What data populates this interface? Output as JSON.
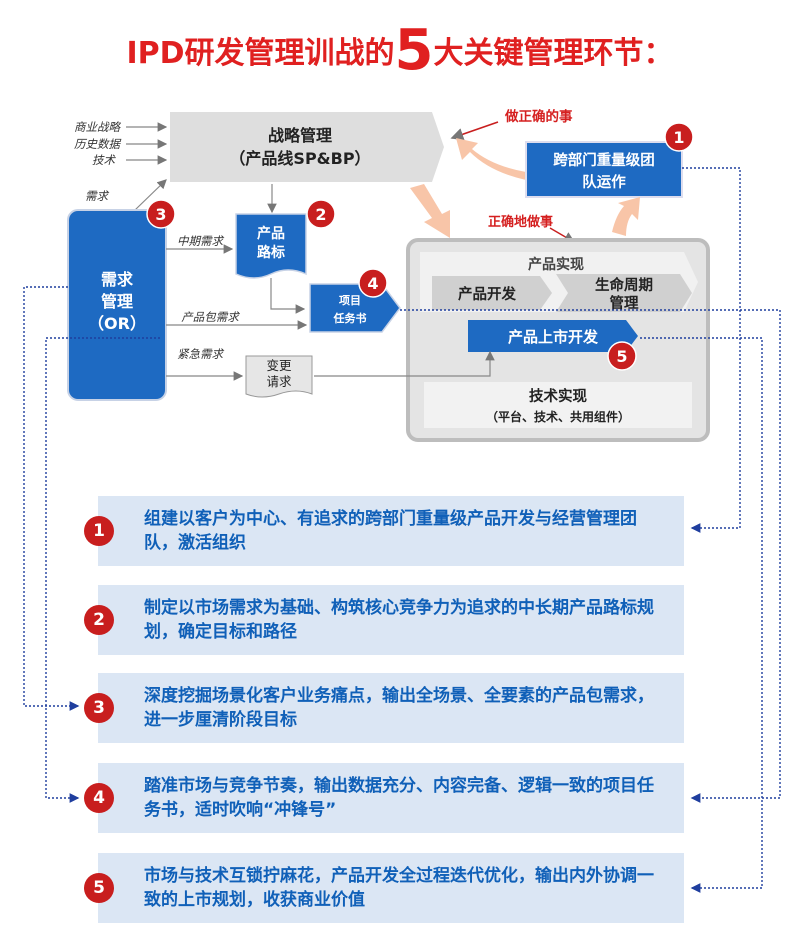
{
  "title": {
    "prefix": "IPD研发管理训战的",
    "number": "5",
    "suffix": "大关键管理环节："
  },
  "inputs": [
    "商业战略",
    "历史数据",
    "技术"
  ],
  "strategy": {
    "line1": "战略管理",
    "line2": "（产品线SP&BP）"
  },
  "do_right": "做正确的事",
  "do_right_way": "正确地做事",
  "team": {
    "line1": "跨部门重量级团",
    "line2": "队运作"
  },
  "demand_label": "需求",
  "demand_mgmt": {
    "line1": "需求",
    "line2": "管理",
    "line3": "（OR）"
  },
  "roadmap": {
    "line1": "产品",
    "line2": "路标"
  },
  "task_book": {
    "line1": "项目",
    "line2": "任务书"
  },
  "change_req": {
    "line1": "变更",
    "line2": "请求"
  },
  "flows": {
    "mid": "中期需求",
    "package": "产品包需求",
    "urgent": "紧急需求"
  },
  "realization": {
    "title": "产品实现",
    "dev": "产品开发",
    "lifecycle": {
      "line1": "生命周期",
      "line2": "管理"
    },
    "launch": "产品上市开发",
    "tech": {
      "line1": "技术实现",
      "line2": "（平台、技术、共用组件）"
    }
  },
  "markers": [
    "1",
    "2",
    "3",
    "4",
    "5"
  ],
  "items": [
    {
      "num": "1",
      "text": "组建以客户为中心、有追求的跨部门重量级产品开发与经营管理团队，激活组织"
    },
    {
      "num": "2",
      "text": "制定以市场需求为基础、构筑核心竞争力为追求的中长期产品路标规划，确定目标和路径"
    },
    {
      "num": "3",
      "text": "深度挖掘场景化客户业务痛点，输出全场景、全要素的产品包需求，进一步厘清阶段目标"
    },
    {
      "num": "4",
      "text": "踏准市场与竞争节奏，输出数据充分、内容完备、逻辑一致的项目任务书，适时吹响“冲锋号”"
    },
    {
      "num": "5",
      "text": "市场与技术互锁拧麻花，产品开发全过程迭代优化，输出内外协调一致的上市规划，收获商业价值"
    }
  ],
  "colors": {
    "red": "#c81e1e",
    "blue": "#1e6ac2",
    "gray": "#d9d9d9",
    "light_blue": "#dbe6f4"
  }
}
